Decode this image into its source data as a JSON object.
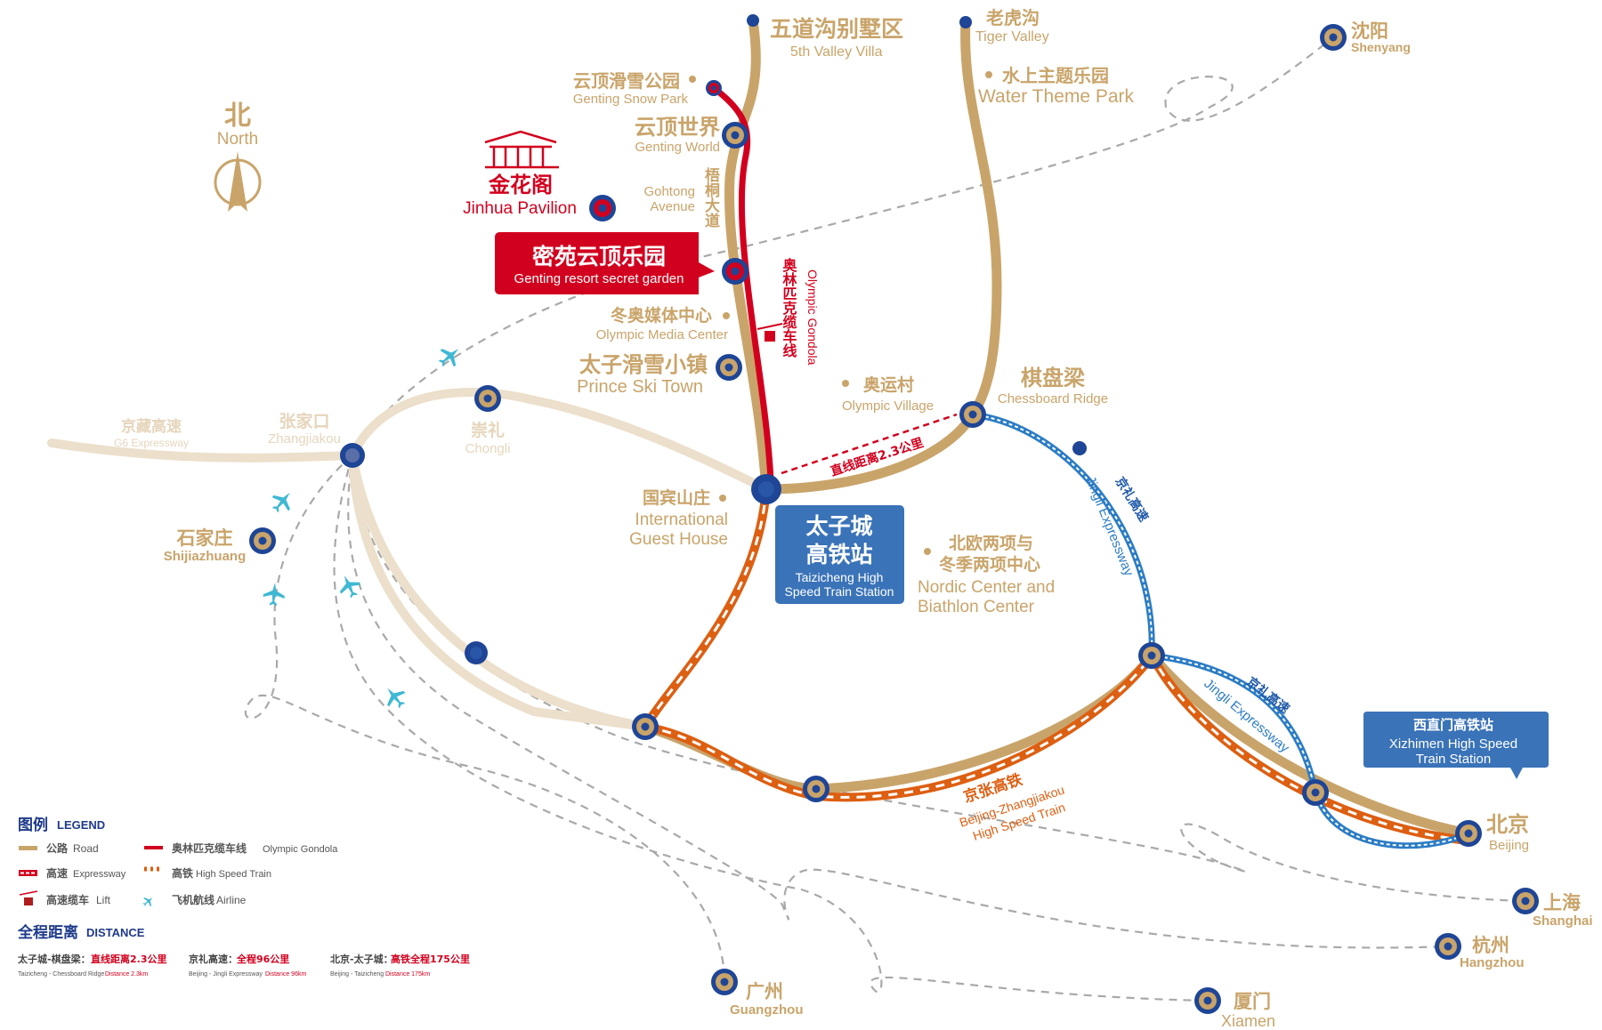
{
  "north": {
    "cn": "北",
    "en": "North"
  },
  "places": {
    "wudaogou": {
      "cn": "五道沟别墅区",
      "en": "5th Valley Villa"
    },
    "tiger": {
      "cn": "老虎沟",
      "en": "Tiger Valley"
    },
    "water": {
      "cn": "水上主题乐园",
      "en": "Water Theme Park"
    },
    "snowpark": {
      "cn": "云顶滑雪公园",
      "en": "Genting Snow Park"
    },
    "genting": {
      "cn": "云顶世界",
      "en": "Genting World"
    },
    "gohtong": {
      "cn": "梧桐大道",
      "en1": "Gohtong",
      "en2": "Avenue"
    },
    "jinhua": {
      "cn": "金花阁",
      "en": "Jinhua Pavilion"
    },
    "garden": {
      "cn": "密苑云顶乐园",
      "en": "Genting resort secret garden"
    },
    "media": {
      "cn": "冬奥媒体中心",
      "en": "Olympic Media Center"
    },
    "prince": {
      "cn": "太子滑雪小镇",
      "en": "Prince Ski Town"
    },
    "gondola": {
      "cn": "奥林匹克缆车线",
      "en": "Olympic Gondola"
    },
    "village": {
      "cn": "奥运村",
      "en": "Olympic Village"
    },
    "chessboard": {
      "cn": "棋盘梁",
      "en": "Chessboard Ridge"
    },
    "distance_label": "直线距离2.3公里",
    "guest": {
      "cn": "国宾山庄",
      "en1": "International",
      "en2": "Guest House"
    },
    "taizicheng": {
      "cn1": "太子城",
      "cn2": "高铁站",
      "en1": "Taizicheng High",
      "en2": "Speed Train Station"
    },
    "nordic": {
      "cn1": "北欧两项与",
      "cn2": "冬季两项中心",
      "en1": "Nordic Center and",
      "en2": "Biathlon Center"
    },
    "jingli1": {
      "cn": "京礼高速",
      "en": "Jingli Expressway"
    },
    "jingli2": {
      "cn": "京礼高速",
      "en": "Jingli Expressway"
    },
    "hsr": {
      "cn": "京张高铁",
      "en1": "Beijing-Zhangjiakou",
      "en2": "High Speed Train"
    },
    "xizhimen": {
      "cn": "西直门高铁站",
      "en1": "Xizhimen High Speed",
      "en2": "Train Station"
    },
    "g6": {
      "cn": "京藏高速",
      "en": "G6 Expressway"
    },
    "zhangjiakou": {
      "cn": "张家口",
      "en": "Zhangjiakou"
    },
    "chongli": {
      "cn": "崇礼",
      "en": "Chongli"
    },
    "shijiazhuang": {
      "cn": "石家庄",
      "en": "Shijiazhuang"
    },
    "shenyang": {
      "cn": "沈阳",
      "en": "Shenyang"
    },
    "beijing": {
      "cn": "北京",
      "en": "Beijing"
    },
    "shanghai": {
      "cn": "上海",
      "en": "Shanghai"
    },
    "hangzhou": {
      "cn": "杭州",
      "en": "Hangzhou"
    },
    "guangzhou": {
      "cn": "广州",
      "en": "Guangzhou"
    },
    "xiamen": {
      "cn": "厦门",
      "en": "Xiamen"
    }
  },
  "legend": {
    "title_cn": "图例",
    "title_en": "LEGEND",
    "items": [
      {
        "cn": "公路",
        "en": "Road"
      },
      {
        "cn": "高速",
        "en": "Expressway"
      },
      {
        "cn": "高速缆车",
        "en": "Lift"
      },
      {
        "cn": "奥林匹克缆车线",
        "en": "Olympic Gondola"
      },
      {
        "cn": "高铁",
        "en": "High Speed Train"
      },
      {
        "cn": "飞机航线",
        "en": "Airline"
      }
    ]
  },
  "distance": {
    "title_cn": "全程距离",
    "title_en": "DISTANCE",
    "items": [
      {
        "cn": "太子城-棋盘梁：",
        "value": "直线距离2.3公里",
        "en": "Taizicheng - Chessboard Ridge",
        "en_value": "Distance 2.3km"
      },
      {
        "cn": "京礼高速：",
        "value": "全程96公里",
        "en": "Beijing - Jingli Expressway",
        "en_value": "Distance 96km"
      },
      {
        "cn": "北京-太子城：",
        "value": "高铁全程175公里",
        "en": "Beijing - Taizicheng",
        "en_value": "Distance 175km"
      }
    ]
  },
  "colors": {
    "road": "#c9a46a",
    "gondola": "#d2001e",
    "hsr": "#dd5f12",
    "expressway": "#2b7cc4",
    "station": "#1e4596",
    "airline": "#3fb8d4"
  }
}
